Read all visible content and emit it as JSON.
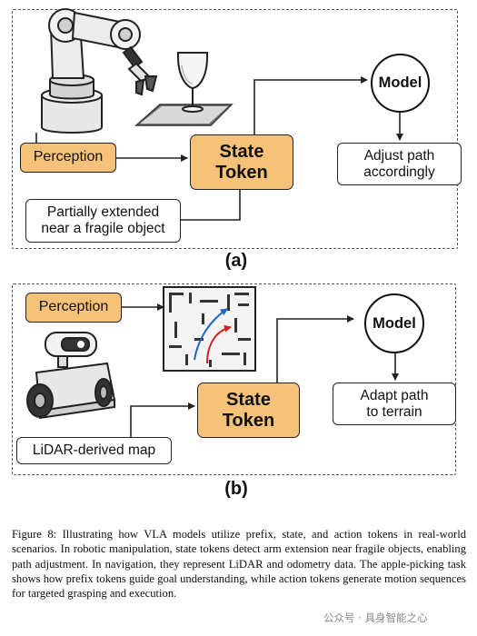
{
  "panel_a": {
    "label": "(a)",
    "perception": "Perception",
    "state_token": [
      "State",
      "Token"
    ],
    "model": "Model",
    "output": [
      "Adjust path",
      "accordingly"
    ],
    "state_desc": [
      "Partially extended",
      "near a fragile object"
    ]
  },
  "panel_b": {
    "label": "(b)",
    "perception": "Perception",
    "state_token": [
      "State",
      "Token"
    ],
    "model": "Model",
    "output": [
      "Adapt path",
      "to terrain"
    ],
    "state_desc": "LiDAR-derived map"
  },
  "caption": "Figure 8: Illustrating how VLA models utilize prefix, state, and action tokens in real-world scenarios. In robotic manipulation, state tokens detect arm extension near fragile objects, enabling path adjustment. In navigation, they represent LiDAR and odometry data. The apple-picking task shows how prefix tokens guide goal understanding, while action tokens generate motion sequences for targeted grasping and execution.",
  "watermark": "公众号 · 具身智能之心",
  "colors": {
    "token_fill": "#f6c27a",
    "stroke": "#222222",
    "path_blue": "#1f66c8",
    "path_red": "#d42020"
  }
}
